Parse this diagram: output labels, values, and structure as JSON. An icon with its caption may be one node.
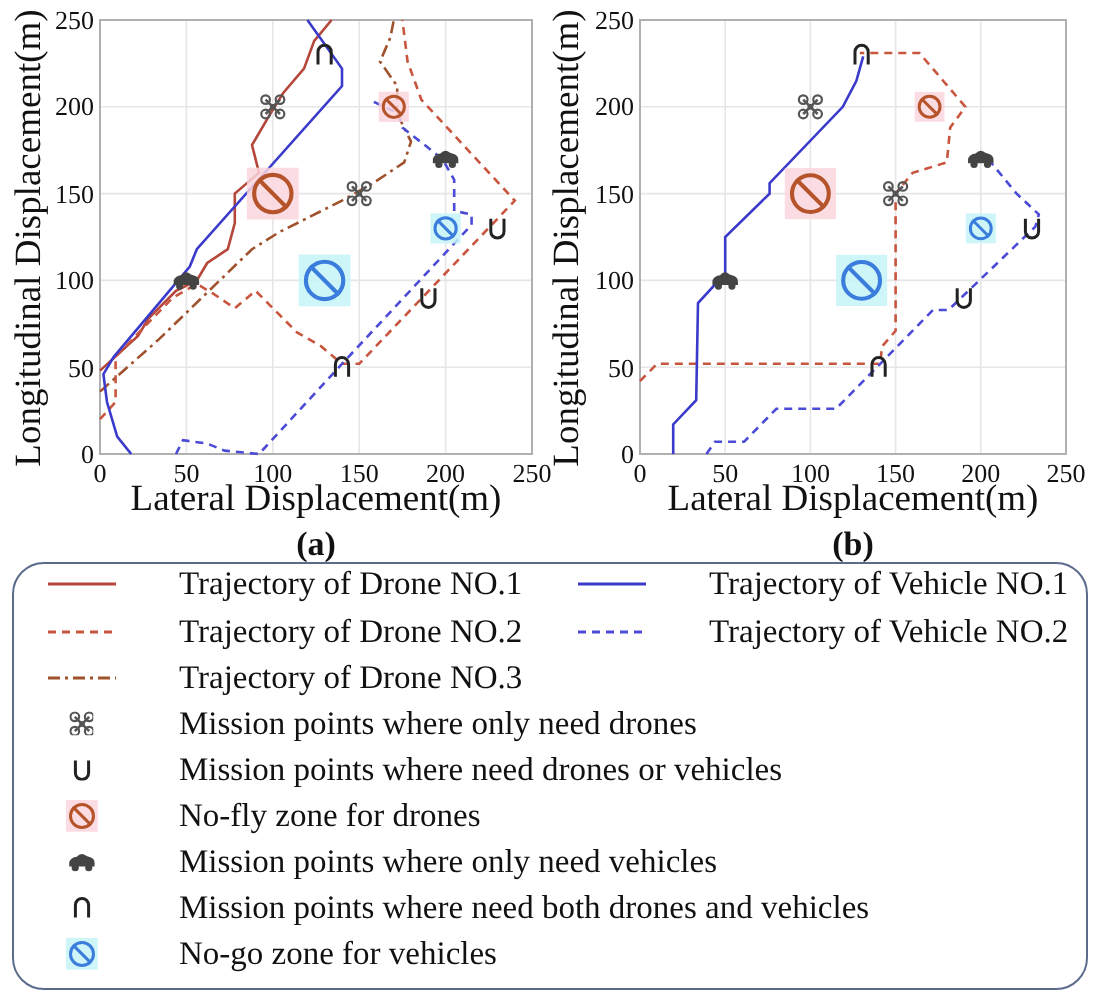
{
  "diagram": {
    "legend": [
      {
        "text": "Trajectory of Drone NO.1"
      },
      {
        "text": "Trajectory of Vehicle NO.1"
      },
      {
        "text": "Trajectory of Drone NO.2"
      },
      {
        "text": "Trajectory of Vehicle NO.2"
      },
      {
        "text": "Trajectory of Drone NO.3"
      },
      {
        "text": "Mission points where only need drones"
      },
      {
        "text": "Mission points where need drones or vehicles"
      },
      {
        "text": "No-fly zone for drones"
      },
      {
        "text": "Mission points where only need vehicles"
      },
      {
        "text": "Mission points where need both drones and vehicles"
      },
      {
        "text": "No-go zone for vehicles"
      }
    ],
    "chart_data": [
      {
        "type": "line",
        "title": "(a)",
        "xlabel": "Lateral Displacement(m)",
        "ylabel": "Longitudinal Displacement(m)",
        "xlim": [
          0,
          250
        ],
        "ylim": [
          0,
          250
        ],
        "grid": true,
        "xticks": [
          0,
          50,
          100,
          150,
          200,
          250
        ],
        "yticks": [
          0,
          50,
          100,
          150,
          200,
          250
        ],
        "series": [
          {
            "color": "#b5473a",
            "line_style": "solid",
            "x": [
              0,
              22,
              28,
              44,
              56,
              62,
              74,
              78,
              78,
              92,
              88,
              98,
              106,
              118,
              124,
              134
            ],
            "values": [
              48,
              68,
              78,
              94,
              100,
              110,
              118,
              133,
              150,
              162,
              178,
              195,
              208,
              222,
              238,
              250
            ]
          },
          {
            "color": "#c8553d",
            "line_style": "dashed",
            "x": [
              0,
              9,
              9,
              42,
              56,
              66,
              78,
              90,
              104,
              114,
              128,
              140,
              150,
              240,
              186,
              178,
              175
            ],
            "values": [
              20,
              30,
              56,
              90,
              98,
              92,
              84,
              94,
              80,
              70,
              62,
              52,
              52,
              146,
              204,
              226,
              250
            ]
          },
          {
            "color": "#a0522d",
            "line_style": "dashdot",
            "x": [
              0,
              18,
              34,
              88,
              104,
              120,
              140,
              158,
              176,
              180,
              172,
              172,
              162,
              168,
              170
            ],
            "values": [
              36,
              52,
              66,
              118,
              128,
              136,
              146,
              156,
              168,
              180,
              196,
              212,
              226,
              240,
              250
            ]
          },
          {
            "color": "#3a3acb",
            "line_style": "solid",
            "x": [
              18,
              10,
              4,
              2,
              8,
              52,
              56,
              140,
              140,
              120
            ],
            "values": [
              0,
              10,
              30,
              46,
              56,
              108,
              118,
              212,
              222,
              250
            ]
          },
          {
            "color": "#4b4bd6",
            "line_style": "dashed",
            "x": [
              44,
              48,
              62,
              72,
              92,
              142,
              215,
              215,
              205,
              205,
              198,
              175,
              173,
              156
            ],
            "values": [
              0,
              8,
              6,
              2,
              0,
              54,
              132,
              138,
              140,
              158,
              170,
              188,
              196,
              204
            ]
          },
          {
            "type": "scatter",
            "color": "#555555",
            "x": [
              100,
              150
            ],
            "values": [
              200,
              150
            ]
          },
          {
            "type": "scatter",
            "color": "#222222",
            "x": [
              230,
              190
            ],
            "values": [
              130,
              90
            ]
          },
          {
            "type": "scatter",
            "color": "#b5542a",
            "x": [
              100,
              170
            ],
            "values": [
              150,
              200
            ]
          },
          {
            "type": "scatter",
            "color": "#444444",
            "x": [
              50,
              200
            ],
            "values": [
              100,
              170
            ]
          },
          {
            "type": "scatter",
            "color": "#222222",
            "x": [
              130,
              140
            ],
            "values": [
              230,
              50
            ]
          },
          {
            "type": "scatter",
            "color": "#3b7ddd",
            "x": [
              130,
              200
            ],
            "values": [
              100,
              130
            ]
          }
        ]
      },
      {
        "type": "line",
        "title": "(b)",
        "xlabel": "Lateral Displacement(m)",
        "ylabel": "Longitudinal Displacement(m)",
        "xlim": [
          0,
          250
        ],
        "ylim": [
          0,
          250
        ],
        "grid": true,
        "xticks": [
          0,
          50,
          100,
          150,
          200,
          250
        ],
        "yticks": [
          0,
          50,
          100,
          150,
          200,
          250
        ],
        "series": [
          {
            "color": "#c8553d",
            "line_style": "dashed",
            "x": [
              0,
              10,
              141,
              142,
              150,
              150,
              160,
              180,
              182,
              191,
              164,
              129
            ],
            "values": [
              42,
              52,
              52,
              62,
              71,
              150,
              162,
              168,
              188,
              200,
              231,
              231
            ]
          },
          {
            "color": "#3a3acb",
            "line_style": "solid",
            "x": [
              19.5,
              19.5,
              33,
              34,
              50,
              50,
              76,
              76,
              119,
              127,
              131
            ],
            "values": [
              0,
              17,
              31,
              87,
              104,
              125,
              150,
              156,
              200,
              215,
              229
            ]
          },
          {
            "color": "#4b4bd6",
            "line_style": "dashed",
            "x": [
              39,
              44,
              61,
              80,
              115,
              141,
              172,
              181,
              232,
              234,
              221,
              205
            ],
            "values": [
              0,
              7,
              7,
              26,
              26,
              52,
              83,
              83,
              131,
              138,
              150,
              169
            ]
          },
          {
            "type": "scatter",
            "color": "#555555",
            "x": [
              100,
              150
            ],
            "values": [
              200,
              150
            ]
          },
          {
            "type": "scatter",
            "color": "#222222",
            "x": [
              230,
              190
            ],
            "values": [
              130,
              90
            ]
          },
          {
            "type": "scatter",
            "color": "#b5542a",
            "x": [
              100,
              170
            ],
            "values": [
              150,
              200
            ]
          },
          {
            "type": "scatter",
            "color": "#444444",
            "x": [
              50,
              200
            ],
            "values": [
              100,
              170
            ]
          },
          {
            "type": "scatter",
            "color": "#222222",
            "x": [
              130,
              140
            ],
            "values": [
              230,
              50
            ]
          },
          {
            "type": "scatter",
            "color": "#3b7ddd",
            "x": [
              130,
              200
            ],
            "values": [
              100,
              130
            ]
          }
        ]
      }
    ]
  }
}
